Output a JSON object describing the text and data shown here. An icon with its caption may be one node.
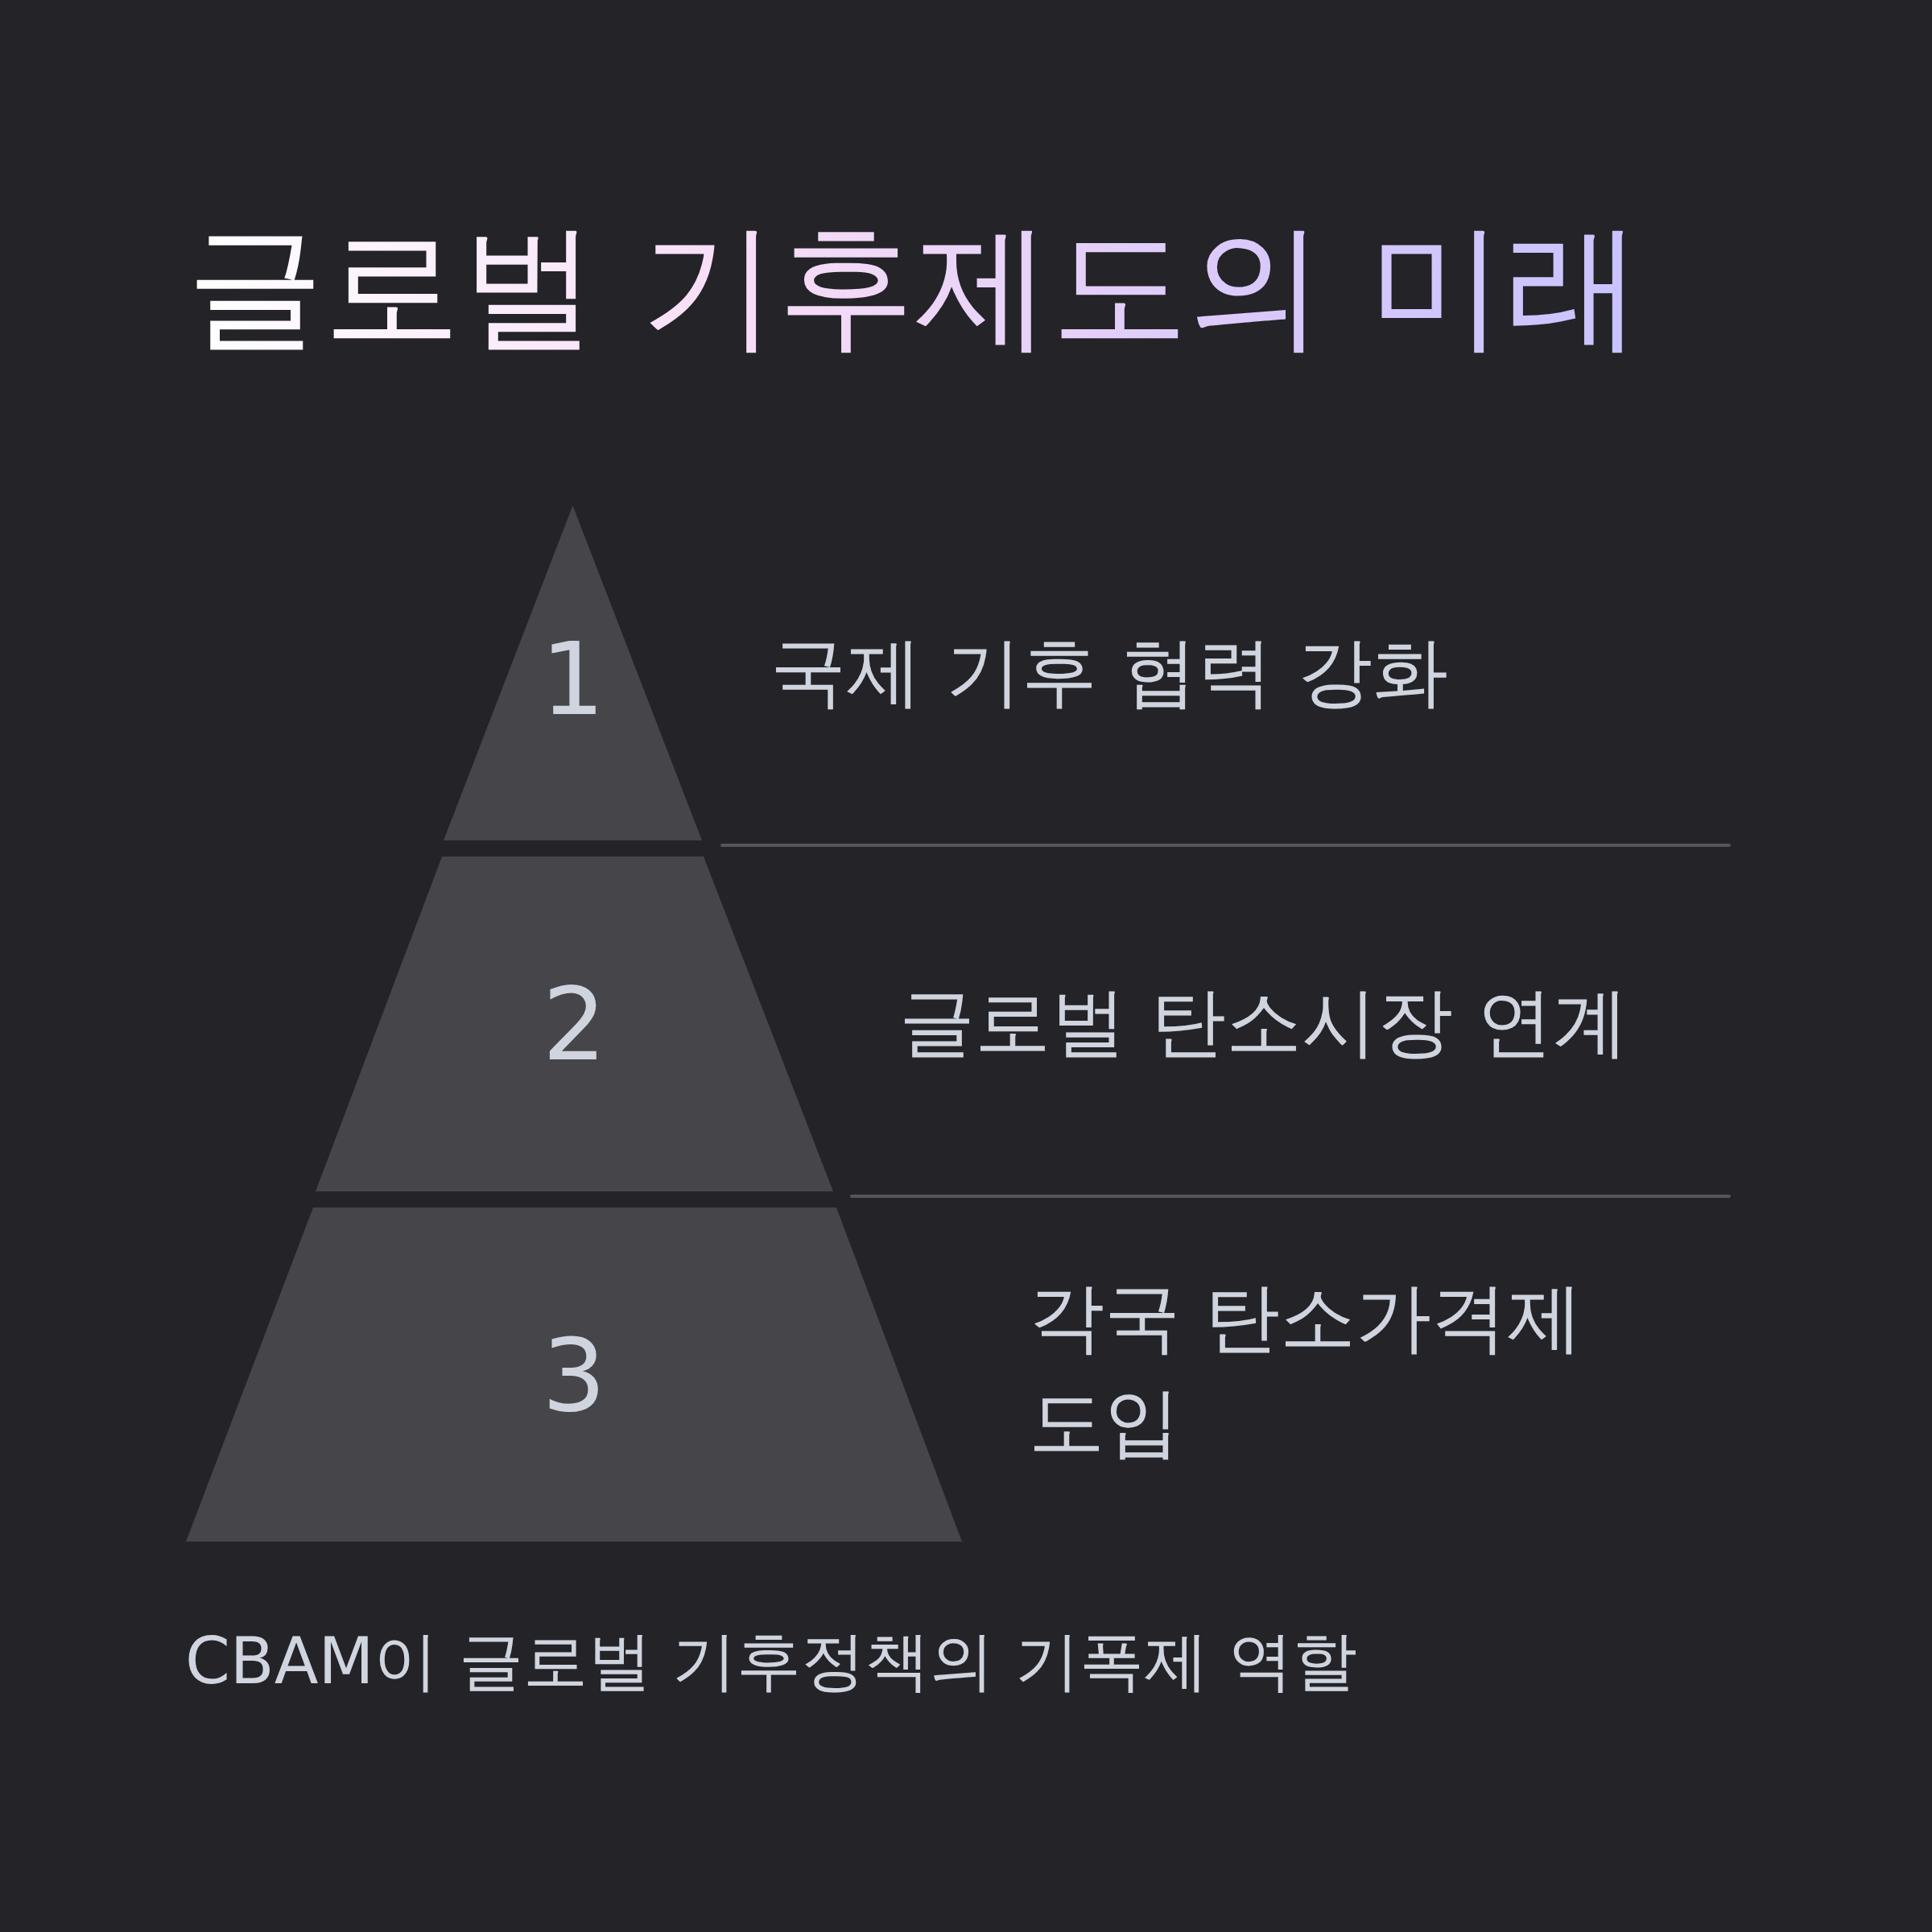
{
  "diagram": {
    "title": "글로벌 기후제도의 미래",
    "nodes": [
      {
        "text": [
          "1"
        ],
        "beside": [
          "국제 기후 협력 강화"
        ]
      },
      {
        "text": [
          "2"
        ],
        "beside": [
          "글로벌 탄소시장 연계"
        ]
      },
      {
        "text": [
          "3"
        ],
        "beside": [
          "각국 탄소가격제 도입"
        ]
      }
    ],
    "caption": "CBAM이 글로벌 기후정책의 기폭제 역할"
  }
}
